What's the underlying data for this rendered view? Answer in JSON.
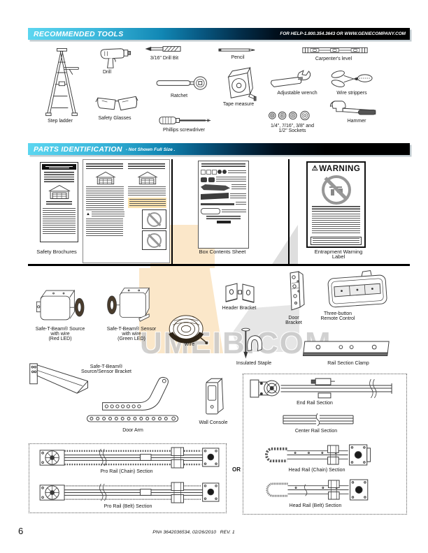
{
  "headers": {
    "tools": {
      "title": "RECOMMENDED TOOLS",
      "help": "FOR HELP-1.800.354.3643 OR WWW.GENIECOMPANY.COM"
    },
    "parts": {
      "title": "PARTS IDENTIFICATION",
      "subtitle": "- Not Shown Full Size ."
    }
  },
  "tools": {
    "step_ladder": "Step ladder",
    "drill": "Drill",
    "safety_glasses": "Safety Glasses",
    "drill_bit": "3/16\" Drill Bit",
    "ratchet": "Ratchet",
    "phillips_screwdriver": "Phillips screwdriver",
    "pencil": "Pencil",
    "tape_measure": "Tape measure",
    "adjustable_wrench": "Adjustable wrench",
    "sockets": [
      "1/4\", 7/16\", 3/8\" and",
      "1/2\" Sockets"
    ],
    "carpenters_level": "Carpenter's level",
    "wire_strippers": "Wire strippers",
    "hammer": "Hammer"
  },
  "parts": {
    "safety_brochures": "Safety Brochures",
    "box_contents_sheet": "Box Contents Sheet",
    "entrapment_label": [
      "Entrapment Warning",
      "Label"
    ],
    "warning_icon": "⚠",
    "warning_text": "WARNING",
    "stb_source": [
      "Safe-T-Beam® Source",
      "with wire",
      "(Red LED)"
    ],
    "stb_sensor": [
      "Safe-T-Beam® Sensor",
      "with wire",
      "(Green LED)"
    ],
    "wire": "Wire",
    "header_bracket": "Header Bracket",
    "door_bracket": [
      "Door",
      "Bracket"
    ],
    "remote": [
      "Three-button",
      "Remote Control"
    ],
    "insulated_staple": "Insulated Staple",
    "rail_section_clamp": "Rail Section Clamp",
    "stb_bracket": [
      "Safe-T-Beam®",
      "Source/Sensor Bracket"
    ],
    "door_arm": "Door Arm",
    "wall_console": "Wall Console",
    "end_rail": "End Rail Section",
    "center_rail": "Center Rail Section",
    "head_rail_chain": "Head Rail (Chain) Section",
    "head_rail_belt": "Head Rail (Belt) Section",
    "pro_rail_chain": "Pro Rail (Chain) Section",
    "pro_rail_belt": "Pro Rail (Belt) Section",
    "or_text": "OR"
  },
  "footer": {
    "page_number": "6",
    "part_info": "PN# 3642036534, 02/26/2010   REV. 1"
  },
  "watermark": {
    "text": "UMEIB.COM",
    "peach": "#fbe7c9",
    "gray": "#e6e6e6",
    "text_color": "#c9c9c9"
  },
  "colors": {
    "bar_start": "#5cd6f0",
    "bar_mid": "#0d6f9e",
    "bar_end": "#000000"
  }
}
